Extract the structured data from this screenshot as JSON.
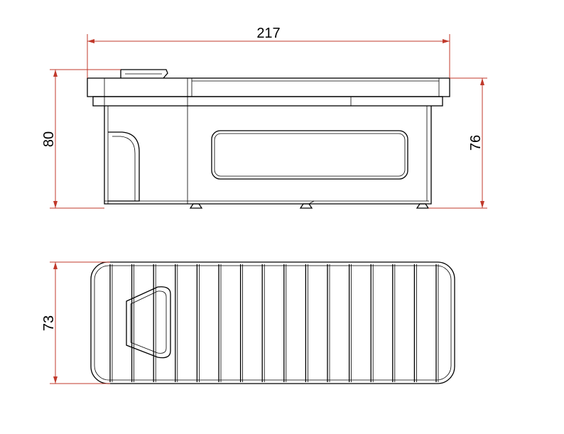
{
  "dimensions": {
    "length": "217",
    "height_total": "80",
    "height_body": "76",
    "width": "73"
  },
  "colors": {
    "dimension_line": "#c0392b",
    "outline": "#000000"
  },
  "top_view": {
    "slat_count": 16
  }
}
